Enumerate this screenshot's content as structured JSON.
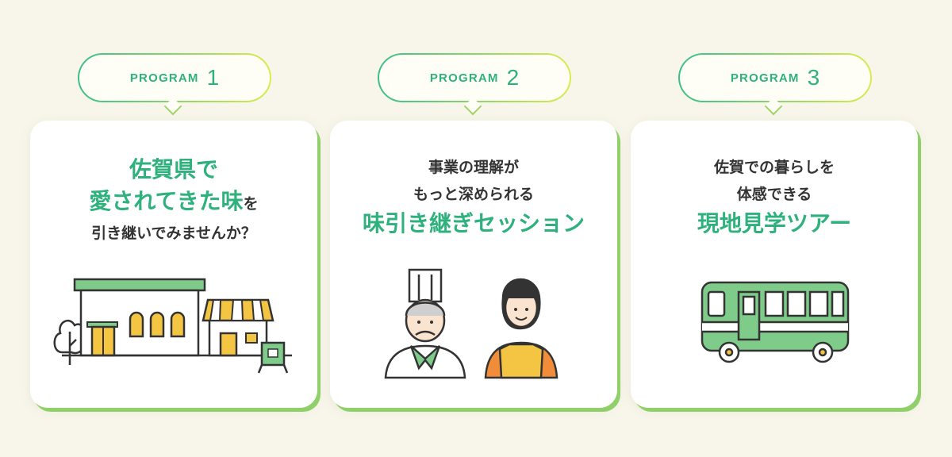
{
  "colors": {
    "accent": "#2fb17e",
    "lime": "#d8ec4f",
    "background": "#f8f6ea",
    "text": "#333333"
  },
  "programs": [
    {
      "label": "PROGRAM",
      "number": "1",
      "line1": "佐賀県で",
      "line2_accent": "愛されてきた味",
      "line2_rest": "を",
      "line3": "引き継いでみませんか？",
      "icon": "storefront-icon"
    },
    {
      "label": "PROGRAM",
      "number": "2",
      "line1": "事業の理解が",
      "line2": "もっと深められる",
      "line3": "味引き継ぎセッション",
      "icon": "chef-and-staff-icon"
    },
    {
      "label": "PROGRAM",
      "number": "3",
      "line1": "佐賀での暮らしを",
      "line2": "体感できる",
      "line3": "現地見学ツアー",
      "icon": "bus-icon"
    }
  ]
}
